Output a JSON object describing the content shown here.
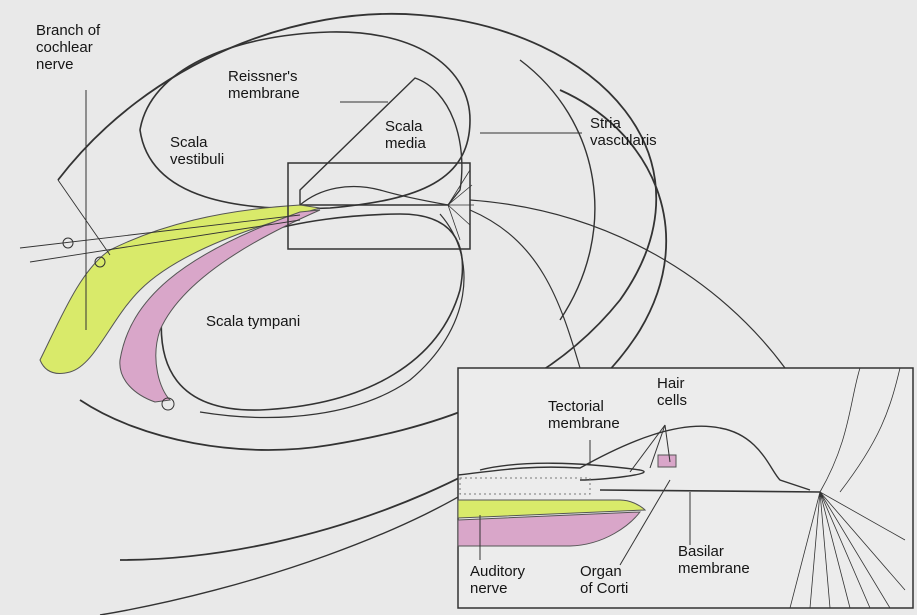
{
  "colors": {
    "background": "#e9e9e9",
    "nerve": "#d9ea6a",
    "membrane": "#d9a6c9",
    "line": "#333333"
  },
  "labels": {
    "branch_of_cochlear_nerve": "Branch of\ncochlear\nnerve",
    "reissners_membrane": "Reissner's\nmembrane",
    "scala_vestibuli": "Scala\nvestibuli",
    "scala_media": "Scala\nmedia",
    "stria_vascularis": "Stria\nvascularis",
    "scala_tympani": "Scala tympani",
    "hair_cells": "Hair\ncells",
    "tectorial_membrane": "Tectorial\nmembrane",
    "basilar_membrane": "Basilar\nmembrane",
    "auditory_nerve": "Auditory\nnerve",
    "organ_of_corti": "Organ\nof Corti"
  }
}
